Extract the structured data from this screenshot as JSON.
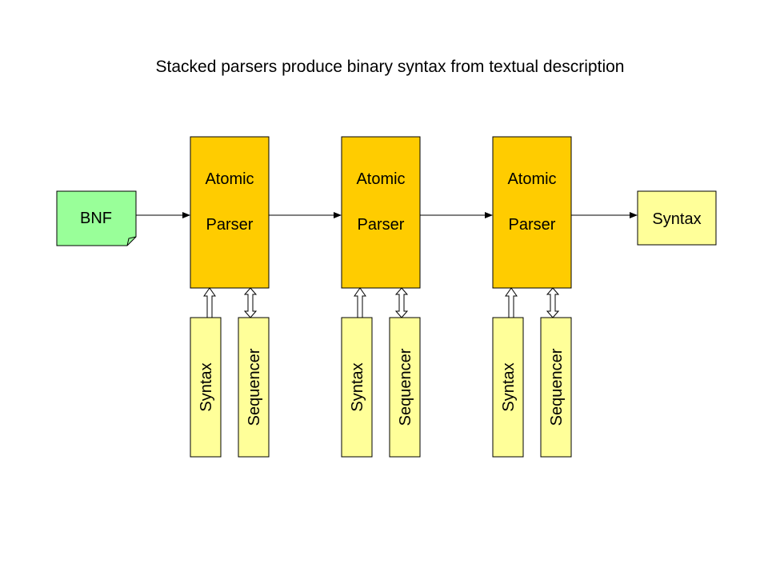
{
  "title": "Stacked parsers produce binary syntax from textual description",
  "input_label": "BNF",
  "output_label": "Syntax",
  "parsers": [
    {
      "line1": "Atomic",
      "line2": "Parser",
      "modules": [
        "Syntax",
        "Sequencer"
      ]
    },
    {
      "line1": "Atomic",
      "line2": "Parser",
      "modules": [
        "Syntax",
        "Sequencer"
      ]
    },
    {
      "line1": "Atomic",
      "line2": "Parser",
      "modules": [
        "Syntax",
        "Sequencer"
      ]
    }
  ],
  "colors": {
    "parser_fill": "#FFCC00",
    "module_fill": "#FFFF99",
    "input_fill": "#99FF99",
    "stroke": "#000000"
  }
}
